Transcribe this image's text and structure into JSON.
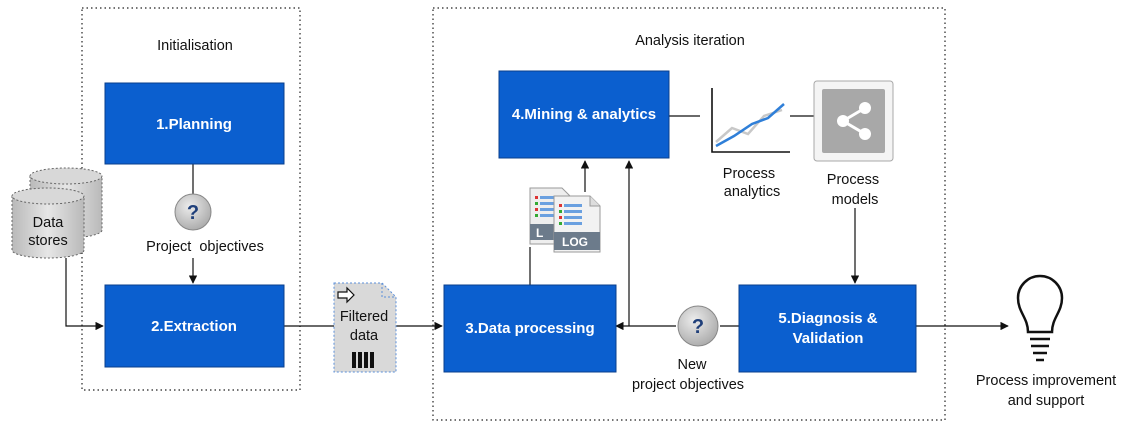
{
  "panels": {
    "initialisation": "Initialisation",
    "analysis_iteration": "Analysis iteration"
  },
  "boxes": {
    "planning": "1.Planning",
    "extraction": "2.Extraction",
    "data_processing": "3.Data processing",
    "mining_analytics": "4.Mining & analytics",
    "diagnosis_line1": "5.Diagnosis &",
    "diagnosis_line2": "Validation"
  },
  "labels": {
    "data_stores_line1": "Data",
    "data_stores_line2": "stores",
    "project_objectives": "Project  objectives",
    "filtered_line1": "Filtered",
    "filtered_line2": "data",
    "process_analytics_line1": "Process",
    "process_analytics_line2": "analytics",
    "process_models_line1": "Process",
    "process_models_line2": "models",
    "new_objectives_line1": "New",
    "new_objectives_line2": "project objectives",
    "improvement_line1": "Process improvement",
    "improvement_line2": "and support",
    "log_front": "LOG",
    "log_back": "L",
    "question_mark": "?"
  },
  "colors": {
    "box_fill": "#0b5fcf",
    "box_border": "#0a3f8c",
    "question_fill": "#c9c9c9",
    "question_mark": "#1f3f7a",
    "chart_line": "#2f7fd8",
    "share_icon_fill": "#a8a8a8"
  },
  "icons": {
    "database": "database-stack-icon",
    "question": "question-circle-icon",
    "filtered_doc": "filtered-document-icon",
    "log_files": "log-file-icon",
    "chart": "line-chart-icon",
    "share": "share-graph-icon",
    "bulb": "lightbulb-icon"
  }
}
